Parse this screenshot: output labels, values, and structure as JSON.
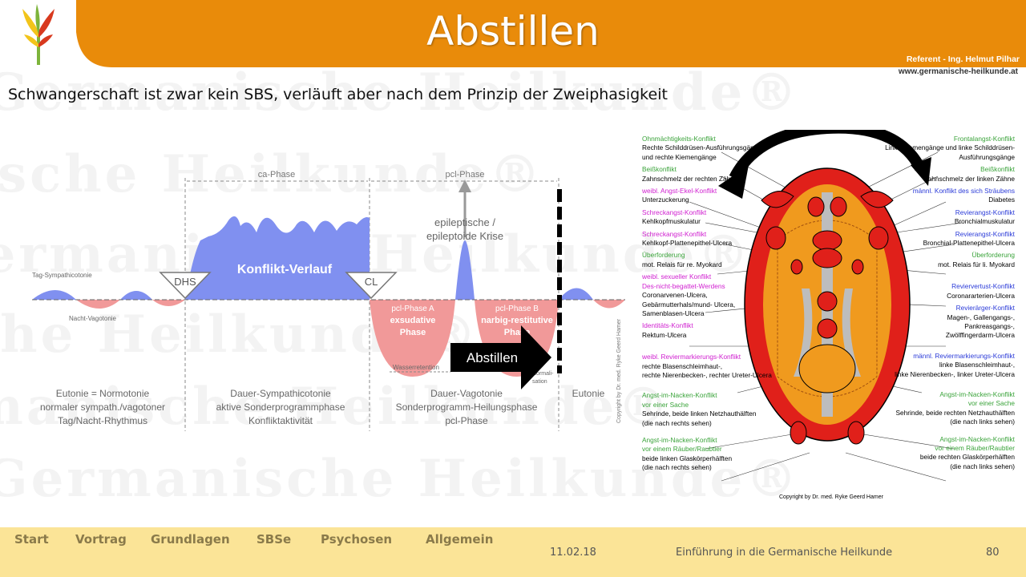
{
  "header": {
    "title": "Abstillen",
    "referent": "Referent - Ing. Helmut Pilhar",
    "website": "www.germanische-heilkunde.at",
    "colors": {
      "bar": "#e98b0a",
      "logo_yellow": "#f2c41a",
      "logo_red": "#d8391e",
      "logo_green": "#7db43b"
    }
  },
  "subtitle": "Schwangerschaft ist zwar kein SBS, verläuft aber nach dem Prinzip der Zweiphasigkeit",
  "watermark": "Germanische Heilkunde®",
  "graph": {
    "phase_ca": "ca-Phase",
    "phase_pcl": "pcl-Phase",
    "tag_sympathicotonie": "Tag-Sympathicotonie",
    "nacht_vagotonie": "Nacht-Vagotonie",
    "dhs": "DHS",
    "cl": "CL",
    "konflikt": "Konflikt-Verlauf",
    "krise1": "epileptische /",
    "krise2": "epileptoide Krise",
    "pclA1": "pcl-Phase A",
    "pclA2": "exsudative",
    "pclA3": "Phase",
    "pclB1": "pcl-Phase B",
    "pclB2": "narbig-restitutive",
    "pclB3": "Phase",
    "wasserretention": "Wasserretention",
    "normal1": "Normali-",
    "normal2": "sation",
    "abstillen": "Abstillen",
    "copyright": "Copyright by Dr. med. Ryke Geerd Hamer",
    "col1": [
      "Eutonie = Normotonie",
      "normaler sympath./vagotoner",
      "Tag/Nacht-Rhythmus"
    ],
    "col2": [
      "Dauer-Sympathicotonie",
      "aktive Sonderprogrammphase",
      "Konfliktaktivität"
    ],
    "col3": [
      "Dauer-Vagotonie",
      "Sonderprogramm-Heilungsphase",
      "pcl-Phase"
    ],
    "col4": [
      "Eutonie"
    ],
    "colors": {
      "blue": "#8090f0",
      "pink": "#f19999",
      "grey": "#888888"
    }
  },
  "brain": {
    "copyright": "Copyright by Dr. med. Ryke Geerd Hamer",
    "left": [
      {
        "title": "Ohnmächtigkeits-Konflikt",
        "color": "#3aa33a",
        "desc": [
          "Rechte Schilddrüsen-Ausführungsgänge",
          "und rechte Kiemengänge"
        ]
      },
      {
        "title": "Beißkonflikt",
        "color": "#3aa33a",
        "desc": [
          "Zahnschmelz der rechten Zähne"
        ]
      },
      {
        "title": "weibl. Angst-Ekel-Konflikt",
        "color": "#d020d0",
        "desc": [
          "Unterzuckerung"
        ]
      },
      {
        "title": "Schreckangst-Konflikt",
        "color": "#d020d0",
        "desc": [
          "Kehlkopfmuskulatur"
        ]
      },
      {
        "title": "Schreckangst-Konflikt",
        "color": "#d020d0",
        "desc": [
          "Kehlkopf-Plattenepithel-Ulcera"
        ]
      },
      {
        "title": "Überforderung",
        "color": "#3aa33a",
        "desc": [
          "mot. Relais für re. Myokard"
        ]
      },
      {
        "title": "weibl. sexueller Konflikt",
        "color": "#d020d0",
        "desc": []
      },
      {
        "title": "Des-nicht-begattet-Werdens",
        "color": "#d020d0",
        "desc": [
          "Coronarvenen-Ulcera,",
          "Gebärmutterhals/mund- Ulcera,",
          "Samenblasen-Ulcera"
        ]
      },
      {
        "title": "Identitäts-Konflikt",
        "color": "#d020d0",
        "desc": [
          "Rektum-Ulcera"
        ]
      },
      {
        "title": "weibl. Reviermarkierungs-Konflikt",
        "color": "#d020d0",
        "desc": [
          "rechte Blasenschleimhaut-,",
          "rechte Nierenbecken-, rechter Ureter-Ulcera"
        ]
      },
      {
        "title": "Angst-im-Nacken-Konflikt",
        "color": "#3aa33a",
        "desc": []
      },
      {
        "title": "vor einer Sache",
        "color": "#3aa33a",
        "desc": [
          "Sehrinde, beide linken Netzhauthälften",
          "(die nach rechts sehen)"
        ]
      },
      {
        "title": "Angst-im-Nacken-Konflikt",
        "color": "#3aa33a",
        "desc": []
      },
      {
        "title": "vor einem Räuber/Raubtier",
        "color": "#3aa33a",
        "desc": [
          "beide linken Glaskörperhälften",
          "(die nach rechts sehen)"
        ]
      }
    ],
    "right": [
      {
        "title": "Frontalangst-Konflikt",
        "color": "#3aa33a",
        "desc": [
          "Linke Kiemengänge und linke Schilddrüsen-",
          "Ausführungsgänge"
        ]
      },
      {
        "title": "Beißkonflikt",
        "color": "#3aa33a",
        "desc": [
          "Zahnschmelz der linken Zähne"
        ]
      },
      {
        "title": "männl. Konflikt des sich Sträubens",
        "color": "#2a3ad8",
        "desc": [
          "Diabetes"
        ]
      },
      {
        "title": "Revierangst-Konflikt",
        "color": "#2a3ad8",
        "desc": [
          "Bronchialmuskulatur"
        ]
      },
      {
        "title": "Revierangst-Konflikt",
        "color": "#2a3ad8",
        "desc": [
          "Bronchial-Plattenepithel-Ulcera"
        ]
      },
      {
        "title": "Überforderung",
        "color": "#3aa33a",
        "desc": [
          "mot. Relais für li. Myokard"
        ]
      },
      {
        "title": "Reviervertust-Konflikt",
        "color": "#2a3ad8",
        "desc": [
          "Coronararterien-Ulcera"
        ]
      },
      {
        "title": "Revierärger-Konflikt",
        "color": "#2a3ad8",
        "desc": [
          "Magen-, Gallengangs-,",
          "Pankreasgangs-,",
          "Zwölffingerdarm-Ulcera"
        ]
      },
      {
        "title": "männl. Reviermarkierungs-Konflikt",
        "color": "#2a3ad8",
        "desc": [
          "linke Blasenschleimhaut-,",
          "linke Nierenbecken-, linker Ureter-Ulcera"
        ]
      },
      {
        "title": "Angst-im-Nacken-Konflikt",
        "color": "#3aa33a",
        "desc": []
      },
      {
        "title": "vor einer Sache",
        "color": "#3aa33a",
        "desc": [
          "Sehrinde, beide rechten Netzhauthälften",
          "(die nach links sehen)"
        ]
      },
      {
        "title": "Angst-im-Nacken-Konflikt",
        "color": "#3aa33a",
        "desc": []
      },
      {
        "title": "vor einem Räuber/Raubtier",
        "color": "#3aa33a",
        "desc": [
          "beide rechten Glaskörperhälften",
          "(die nach links sehen)"
        ]
      }
    ],
    "colors": {
      "red": "#e0201a",
      "orange": "#f09a1e",
      "grey": "#bdbdbd"
    }
  },
  "footer": {
    "nav": [
      "Start",
      "Vortrag",
      "Grundlagen",
      "SBSe",
      "Psychosen",
      "Allgemein"
    ],
    "date": "11.02.18",
    "course": "Einführung in die Germanische Heilkunde",
    "page": "80"
  }
}
